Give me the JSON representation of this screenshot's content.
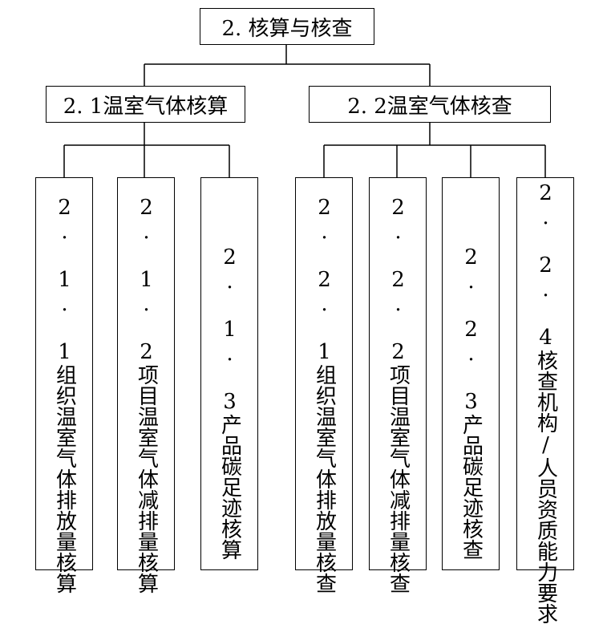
{
  "root": {
    "label": "2. 核算与核查"
  },
  "branches": [
    {
      "label": "2. 1温室气体核算",
      "children": [
        {
          "label": "2. 1. 1组织温室气体排放量核算"
        },
        {
          "label": "2. 1. 2项目温室气体减排量核算"
        },
        {
          "label": "2. 1. 3产品碳足迹核算"
        }
      ]
    },
    {
      "label": "2. 2温室气体核查",
      "children": [
        {
          "label": "2. 2. 1组织温室气体排放量核查"
        },
        {
          "label": "2. 2. 2项目温室气体减排量核查"
        },
        {
          "label": "2. 2. 3产品碳足迹核查"
        },
        {
          "label": "2. 2. 4核查机构/人员资质能力要求"
        }
      ]
    }
  ]
}
